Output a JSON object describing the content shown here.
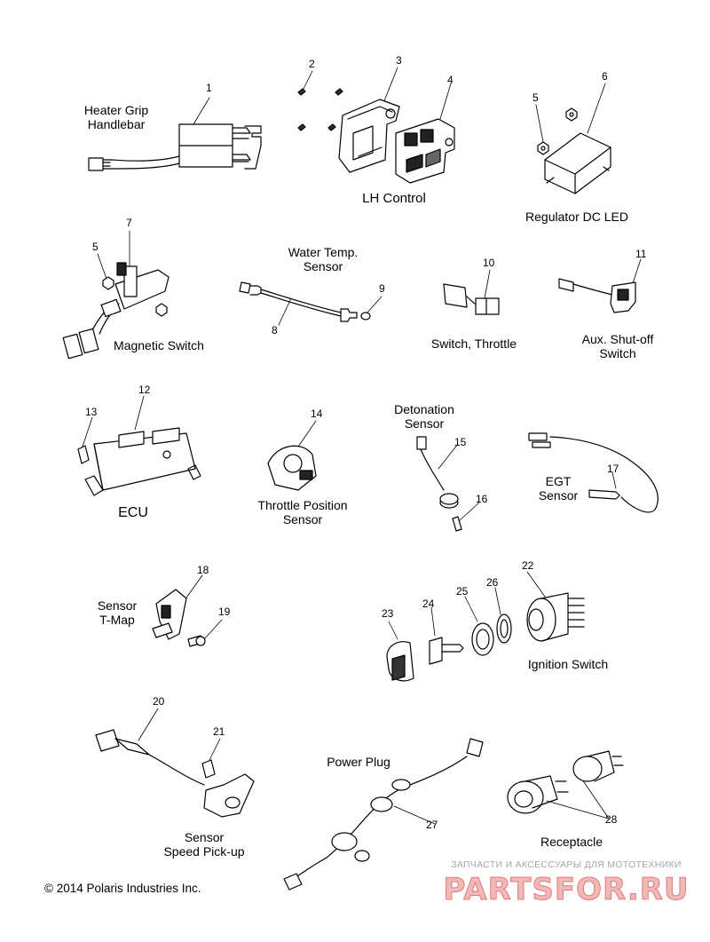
{
  "parts": [
    {
      "id": "heater-grip",
      "label": "Heater Grip\nHandlebar",
      "nums": [
        "1"
      ]
    },
    {
      "id": "lh-control",
      "label": "LH Control",
      "nums": [
        "2",
        "3",
        "4"
      ]
    },
    {
      "id": "regulator",
      "label": "Regulator DC LED",
      "nums": [
        "5",
        "6"
      ]
    },
    {
      "id": "magnetic-switch",
      "label": "Magnetic Switch",
      "nums": [
        "5",
        "7"
      ]
    },
    {
      "id": "water-temp",
      "label": "Water Temp.\nSensor",
      "nums": [
        "8",
        "9"
      ]
    },
    {
      "id": "throttle-switch",
      "label": "Switch, Throttle",
      "nums": [
        "10"
      ]
    },
    {
      "id": "aux-shutoff",
      "label": "Aux. Shut-off\nSwitch",
      "nums": [
        "11"
      ]
    },
    {
      "id": "ecu",
      "label": "ECU",
      "nums": [
        "12",
        "13"
      ]
    },
    {
      "id": "tps",
      "label": "Throttle Position\nSensor",
      "nums": [
        "14"
      ]
    },
    {
      "id": "detonation",
      "label": "Detonation\nSensor",
      "nums": [
        "15",
        "16"
      ]
    },
    {
      "id": "egt",
      "label": "EGT\nSensor",
      "nums": [
        "17"
      ]
    },
    {
      "id": "tmap",
      "label": "Sensor\nT-Map",
      "nums": [
        "18",
        "19"
      ]
    },
    {
      "id": "ignition",
      "label": "Ignition Switch",
      "nums": [
        "22",
        "23",
        "24",
        "25",
        "26"
      ]
    },
    {
      "id": "speed-pickup",
      "label": "Sensor\nSpeed Pick-up",
      "nums": [
        "20",
        "21"
      ]
    },
    {
      "id": "power-plug",
      "label": "Power Plug",
      "nums": [
        "27"
      ]
    },
    {
      "id": "receptacle",
      "label": "Receptacle",
      "nums": [
        "28"
      ]
    }
  ],
  "copyright": "© 2014 Polaris Industries Inc.",
  "watermark": {
    "tagline": "ЗАПЧАСТИ И АКСЕССУАРЫ ДЛЯ МОТОТЕХНИКИ",
    "logo": "PARTSFOR.RU"
  }
}
